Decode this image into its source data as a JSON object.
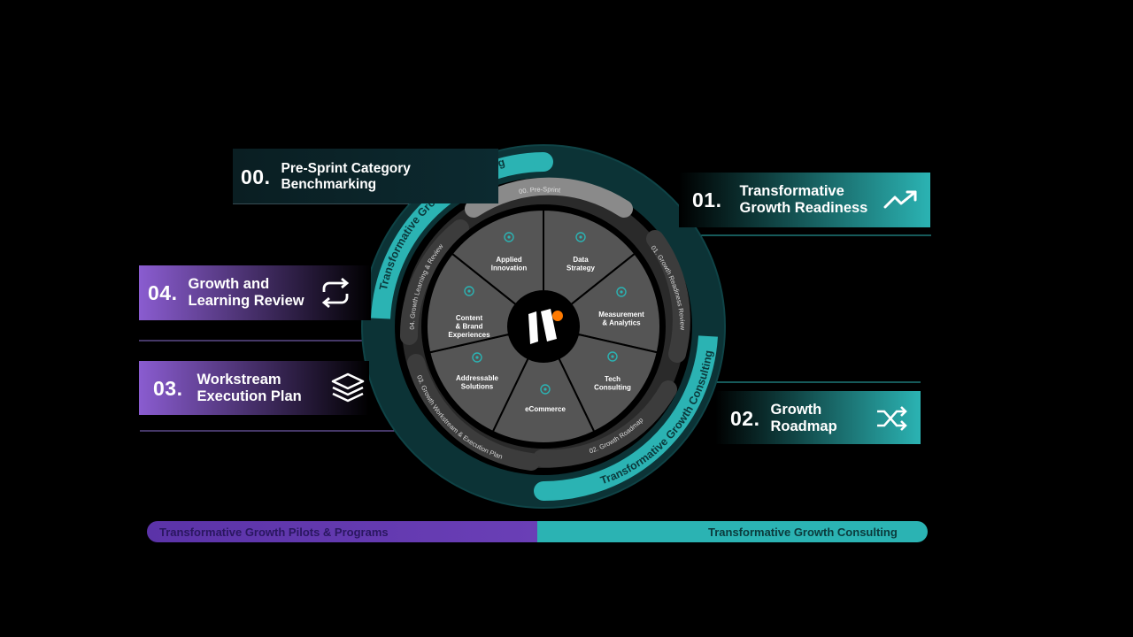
{
  "steps": {
    "s00": {
      "num": "00.",
      "label": "Pre-Sprint Category\nBenchmarking"
    },
    "s01": {
      "num": "01.",
      "label": "Transformative\nGrowth Readiness",
      "icon": "trending-up-icon"
    },
    "s02": {
      "num": "02.",
      "label": "Growth\nRoadmap",
      "icon": "shuffle-icon"
    },
    "s03": {
      "num": "03.",
      "label": "Workstream\nExecution Plan",
      "icon": "layers-icon"
    },
    "s04": {
      "num": "04.",
      "label": "Growth and\nLearning Review",
      "icon": "repeat-icon"
    }
  },
  "outer_ring": {
    "top_label": "Transformative Growth Consulting",
    "bottom_label": "Transformative Growth Consulting"
  },
  "middle_ring": {
    "pre_sprint": "00. Pre-Sprint",
    "readiness": "01. Growth Readiness Review",
    "roadmap": "02. Growth Roadmap",
    "workstream": "03. Growth Workstream & Execution Plan",
    "learning": "04. Growth Learning & Review"
  },
  "wheel": {
    "segments": [
      {
        "label": "Applied\nInnovation",
        "icon": "innovation-icon"
      },
      {
        "label": "Data\nStrategy",
        "icon": "database-icon"
      },
      {
        "label": "Measurement\n& Analytics",
        "icon": "sliders-icon"
      },
      {
        "label": "Tech\nConsulting",
        "icon": "chat-icon"
      },
      {
        "label": "eCommerce",
        "icon": "cycle-icon"
      },
      {
        "label": "Addressable\nSolutions",
        "icon": "gear-icon"
      },
      {
        "label": "Content\n& Brand\nExperiences",
        "icon": "network-icon"
      }
    ],
    "logo": "brand-logo"
  },
  "bottom_bar": {
    "left": "Transformative Growth Pilots & Programs",
    "right": "Transformative Growth Consulting"
  },
  "colors": {
    "teal": "#2bb3b3",
    "purple": "#6a3fb6",
    "segment_gray": "#555555",
    "ring_gray": "#3a3a3a"
  }
}
